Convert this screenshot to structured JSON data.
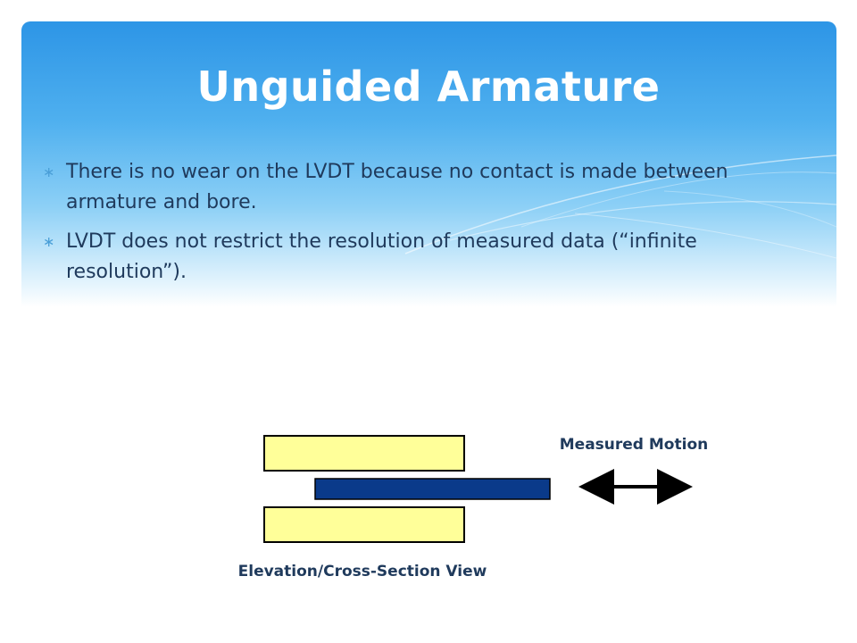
{
  "slide": {
    "title": "Unguided Armature",
    "bullets": [
      {
        "marker": "∗",
        "text": "There is no wear on the LVDT because no contact is made between armature and bore."
      },
      {
        "marker": "∗",
        "text": "LVDT does not restrict the resolution of measured data (“infinite resolution”)."
      }
    ]
  },
  "diagram": {
    "motion_label": "Measured Motion",
    "caption": "Elevation/Cross-Section View",
    "colors": {
      "coil": "#ffff99",
      "armature": "#0a3a8a",
      "outline": "#000000",
      "arrow": "#000000"
    }
  }
}
